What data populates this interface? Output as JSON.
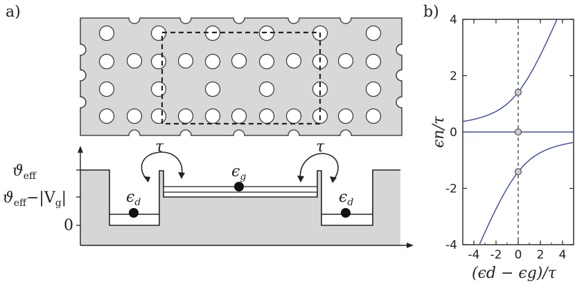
{
  "panel_a": {
    "label": "a)",
    "potential": {
      "labels": {
        "v_eff": "ϑ",
        "v_eff_sub": "eff",
        "v_eff_minus": "ϑ",
        "v_eff_minus_sub": "eff",
        "v_eff_minus_rest": "−|V",
        "v_eff_minus_g": "g",
        "v_eff_minus_close": "|",
        "zero": "0"
      },
      "tau_left": "τ",
      "tau_right": "τ",
      "eps_g": "ϵ",
      "eps_g_sub": "g",
      "eps_d_left": "ϵ",
      "eps_d_left_sub": "d",
      "eps_d_right": "ϵ",
      "eps_d_right_sub": "d"
    }
  },
  "panel_b": {
    "label": "b)"
  },
  "chart_data": {
    "type": "line",
    "xlabel": "(ϵd − ϵg)/τ",
    "ylabel": "ϵn/τ",
    "xlim": [
      -5,
      5
    ],
    "ylim": [
      -4,
      4
    ],
    "xticks": [
      -4,
      -2,
      0,
      2,
      4
    ],
    "yticks": [
      -4,
      -2,
      0,
      2,
      4
    ],
    "xtick_labels": [
      "-4",
      "-2",
      "0",
      "2",
      "4"
    ],
    "ytick_labels": [
      "-4",
      "-2",
      "0",
      "2",
      "4"
    ],
    "series": [
      {
        "x": [
          -5,
          -4,
          -3,
          -2,
          -1,
          0,
          1,
          2,
          3,
          4,
          5
        ],
        "values": [
          0.37,
          0.45,
          0.58,
          0.78,
          1.05,
          1.41,
          1.91,
          2.5,
          3.15,
          3.8,
          4.45
        ]
      },
      {
        "x": [
          -5,
          5
        ],
        "values": [
          0,
          0
        ]
      },
      {
        "x": [
          -5,
          -4,
          -3,
          -2,
          -1,
          0,
          1,
          2,
          3,
          4,
          5
        ],
        "values": [
          -0.37,
          -0.45,
          -0.58,
          -0.78,
          -1.05,
          -1.41,
          -1.91,
          -2.5,
          -3.15,
          -3.8,
          -4.45
        ]
      }
    ],
    "markers": [
      {
        "x": 0,
        "y": 1.41
      },
      {
        "x": 0,
        "y": 0
      },
      {
        "x": 0,
        "y": -1.41
      }
    ],
    "dashed_vline_x": 0,
    "colors": {
      "curve": "#3f4fb0",
      "marker_fill": "#cccccc"
    }
  }
}
